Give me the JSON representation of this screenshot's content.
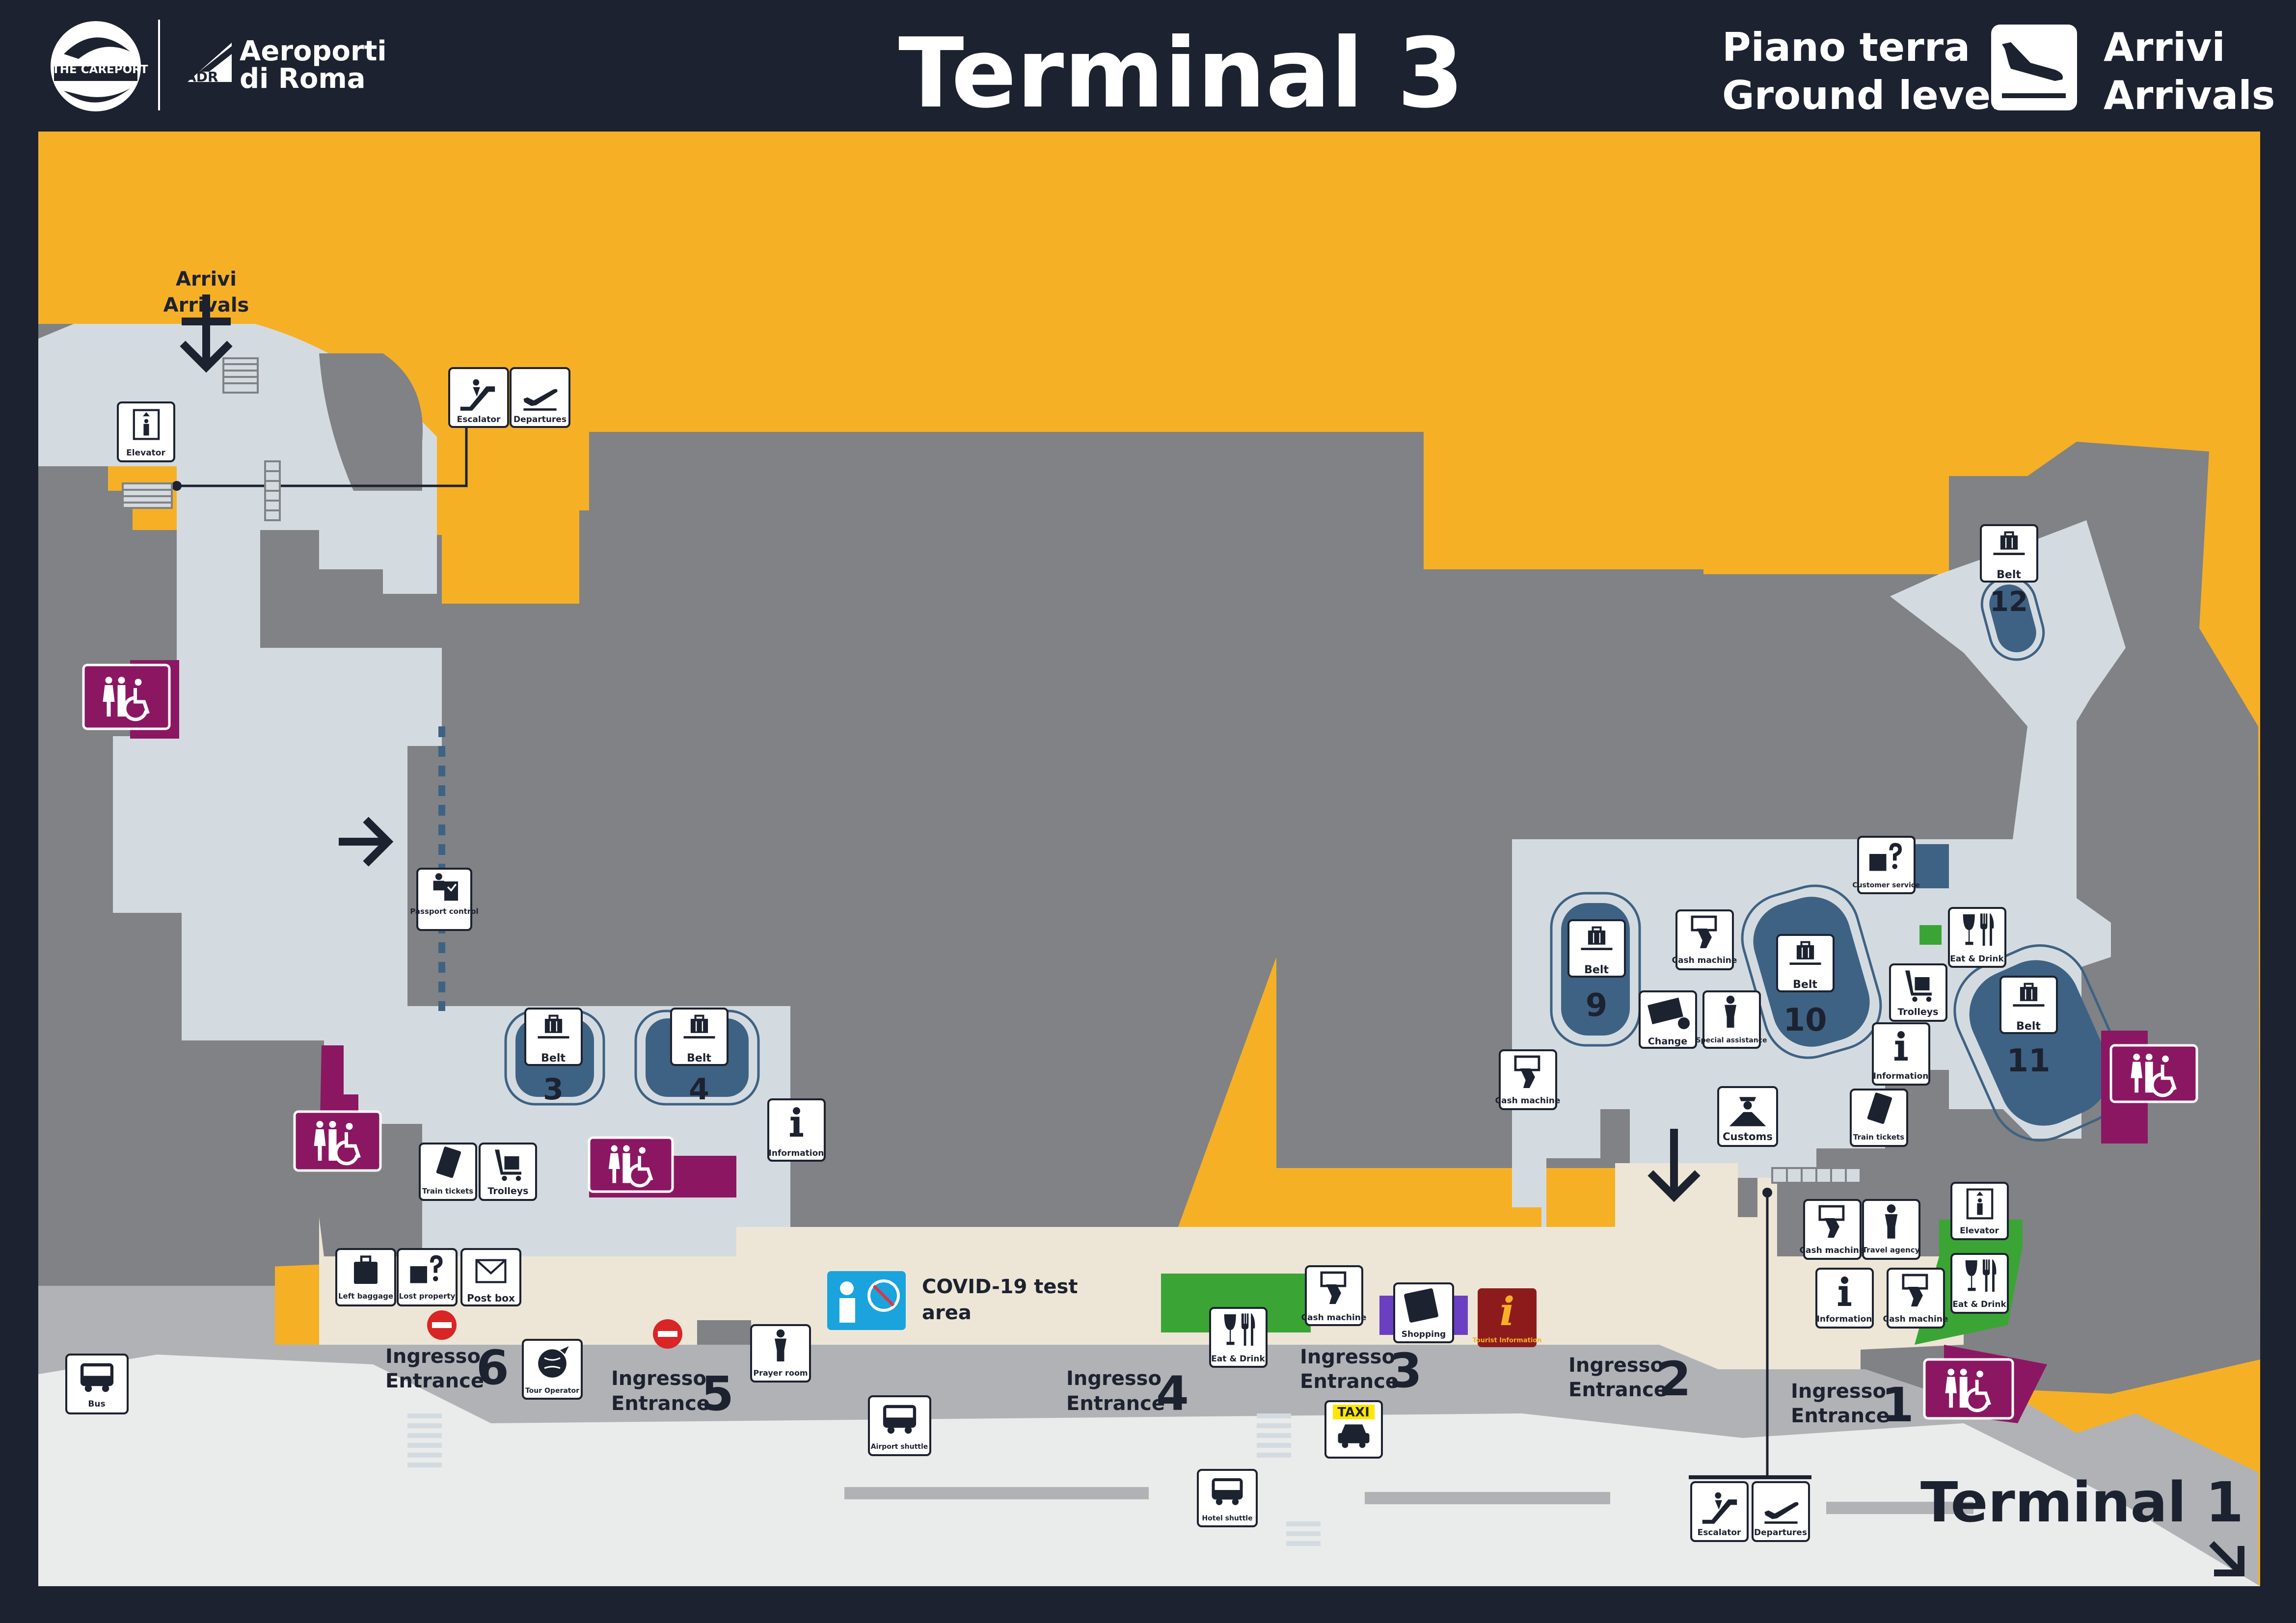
{
  "header": {
    "careport_logo": "THE CAREPORT",
    "adr_logo": {
      "line1": "Aeroporti",
      "line2": "di Roma",
      "mark": "ADR"
    },
    "title": "Terminal 3",
    "level_it": "Piano terra",
    "level_en": "Ground level",
    "area_icon": "plane-landing-icon",
    "area_it": "Arrivi",
    "area_en": "Arrivals"
  },
  "colors": {
    "background": "#1d2230",
    "apron": "#f6b026",
    "restricted": "#808285",
    "public_area": "#d4dbe0",
    "arrivals_hall": "#ede6d6",
    "forecourt": "#b0b2b5",
    "road": "#eaebeb",
    "restroom": "#8b1762",
    "belt": "#3e6283",
    "eat_drink": "#3aa535",
    "shopping": "#6b3fc1",
    "tourist_info": "#8e1b1c",
    "covid": "#1aa3dd",
    "taxi": "#ffe600"
  },
  "labels": {
    "arrivals_top": [
      "Arrivi",
      "Arrivals"
    ],
    "covid": [
      "COVID-19 test",
      "area"
    ],
    "terminal1": "Terminal 1"
  },
  "entrances": [
    {
      "it": "Ingresso",
      "en": "Entrance",
      "num": "6"
    },
    {
      "it": "Ingresso",
      "en": "Entrance",
      "num": "5"
    },
    {
      "it": "Ingresso",
      "en": "Entrance",
      "num": "4"
    },
    {
      "it": "Ingresso",
      "en": "Entrance",
      "num": "3"
    },
    {
      "it": "Ingresso",
      "en": "Entrance",
      "num": "2"
    },
    {
      "it": "Ingresso",
      "en": "Entrance",
      "num": "1"
    }
  ],
  "belts": [
    {
      "label": "Belt",
      "num": "3"
    },
    {
      "label": "Belt",
      "num": "4"
    },
    {
      "label": "Belt",
      "num": "9"
    },
    {
      "label": "Belt",
      "num": "10"
    },
    {
      "label": "Belt",
      "num": "11"
    },
    {
      "label": "Belt",
      "num": "12"
    }
  ],
  "pois": {
    "elevator_1": "Elevator",
    "escalator_1": "Escalator",
    "departures_1": "Departures",
    "passport": "Passport control",
    "train_1": "Train tickets",
    "trolleys_1": "Trolleys",
    "info_1": "Information",
    "left_baggage": "Left baggage",
    "lost_property": "Lost property",
    "post_box": "Post box",
    "bus": "Bus",
    "tour_operator": "Tour Operator",
    "prayer_room": "Prayer room",
    "airport_shuttle": "Airport shuttle",
    "eat_drink_1": "Eat & Drink",
    "cash_1": "Cash machine",
    "shopping": "Shopping",
    "tourist_info": "Tourist Information",
    "taxi": "TAXI",
    "hotel_shuttle": "Hotel shuttle",
    "cash_2": "Cash machine",
    "change": "Change",
    "special_assistance": "Special assistance",
    "customer_service": "Customer service",
    "eat_drink_2": "Eat & Drink",
    "trolleys_2": "Trolleys",
    "info_2": "Information",
    "cash_3": "Cash machine",
    "customs": "Customs",
    "train_2": "Train tickets",
    "elevator_2": "Elevator",
    "cash_4": "Cash machine",
    "travel_agency": "Travel agency",
    "eat_drink_3": "Eat & Drink",
    "info_3": "Information",
    "cash_5": "Cash machine",
    "escalator_2": "Escalator",
    "departures_2": "Departures"
  }
}
